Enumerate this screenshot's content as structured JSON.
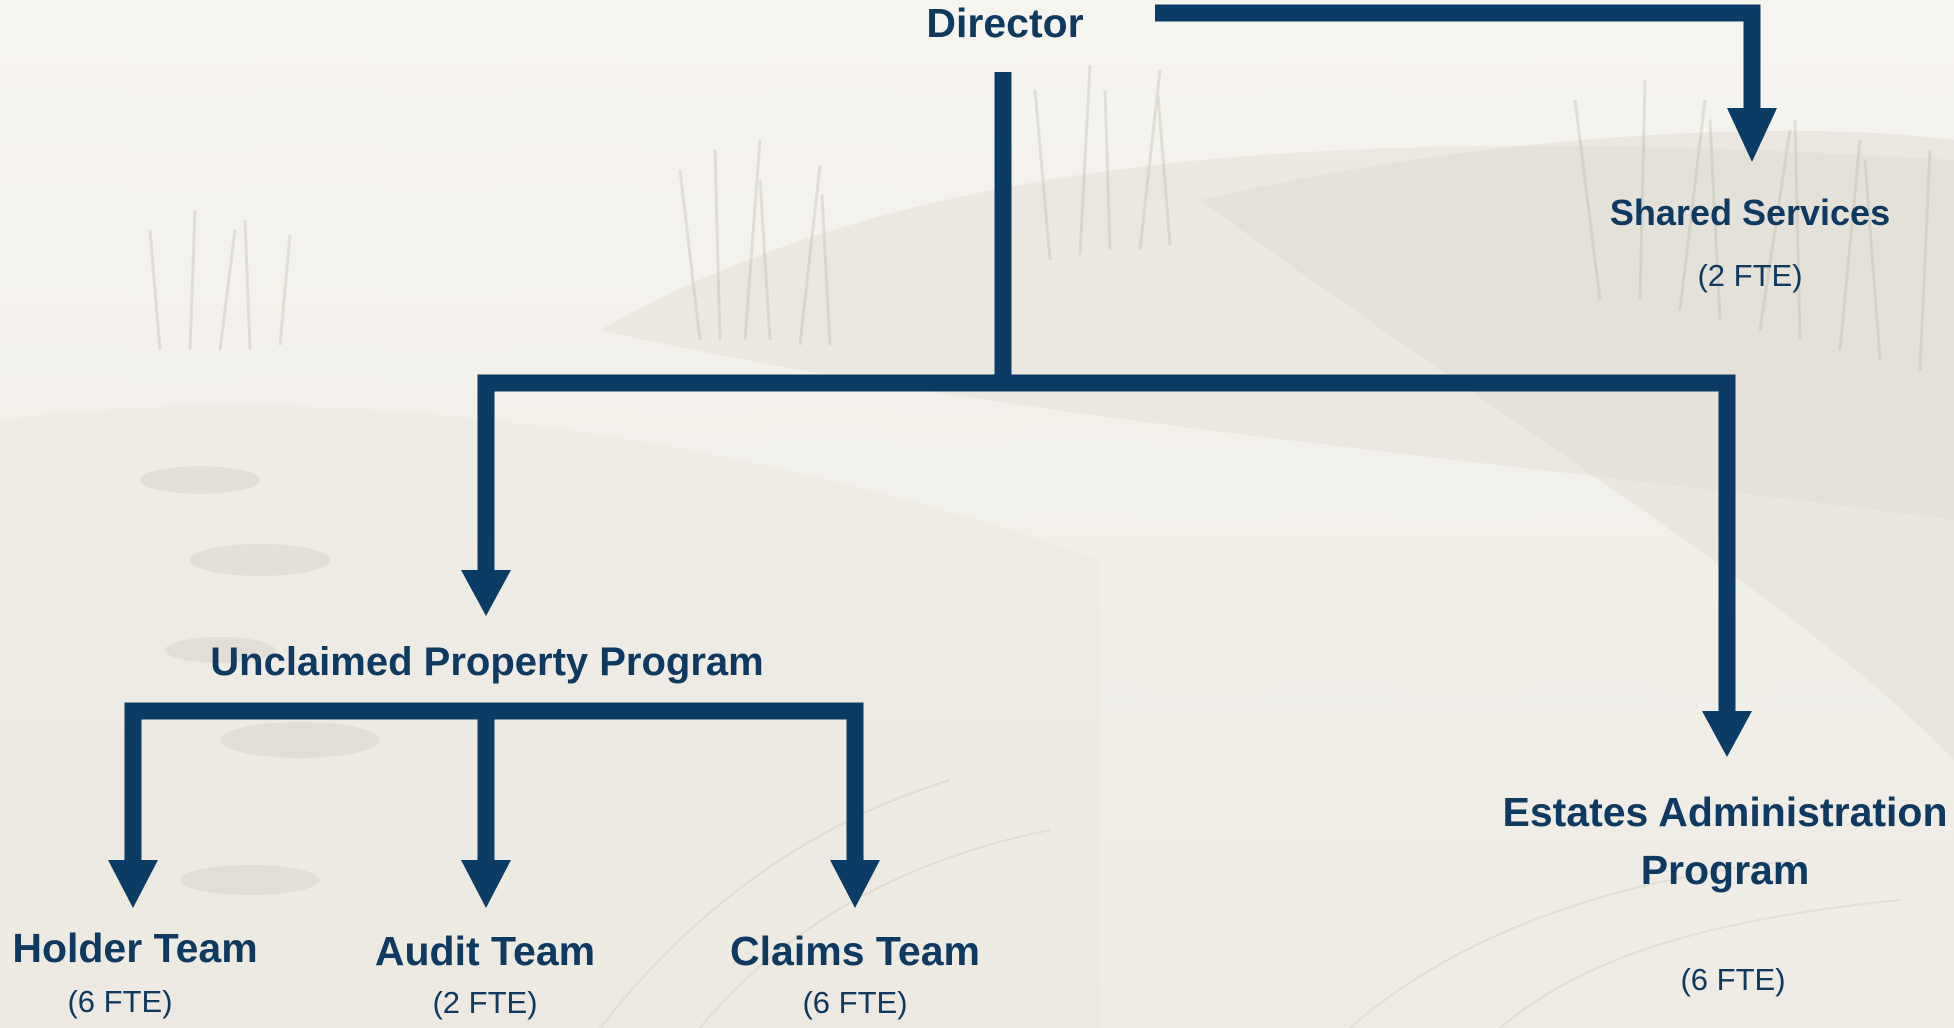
{
  "colors": {
    "connector": "#0a3c66",
    "text": "#0e3a61",
    "background": "#f3f1ec"
  },
  "nodes": {
    "director": {
      "title": "Director"
    },
    "shared_services": {
      "title": "Shared Services",
      "fte": "(2 FTE)"
    },
    "unclaimed_property": {
      "title": "Unclaimed Property Program"
    },
    "estates": {
      "title_line1": "Estates Administration",
      "title_line2": "Program",
      "fte": "(6 FTE)"
    },
    "holder_team": {
      "title": "Holder Team",
      "fte": "(6 FTE)"
    },
    "audit_team": {
      "title": "Audit Team",
      "fte": "(2 FTE)"
    },
    "claims_team": {
      "title": "Claims Team",
      "fte": "(6 FTE)"
    }
  }
}
